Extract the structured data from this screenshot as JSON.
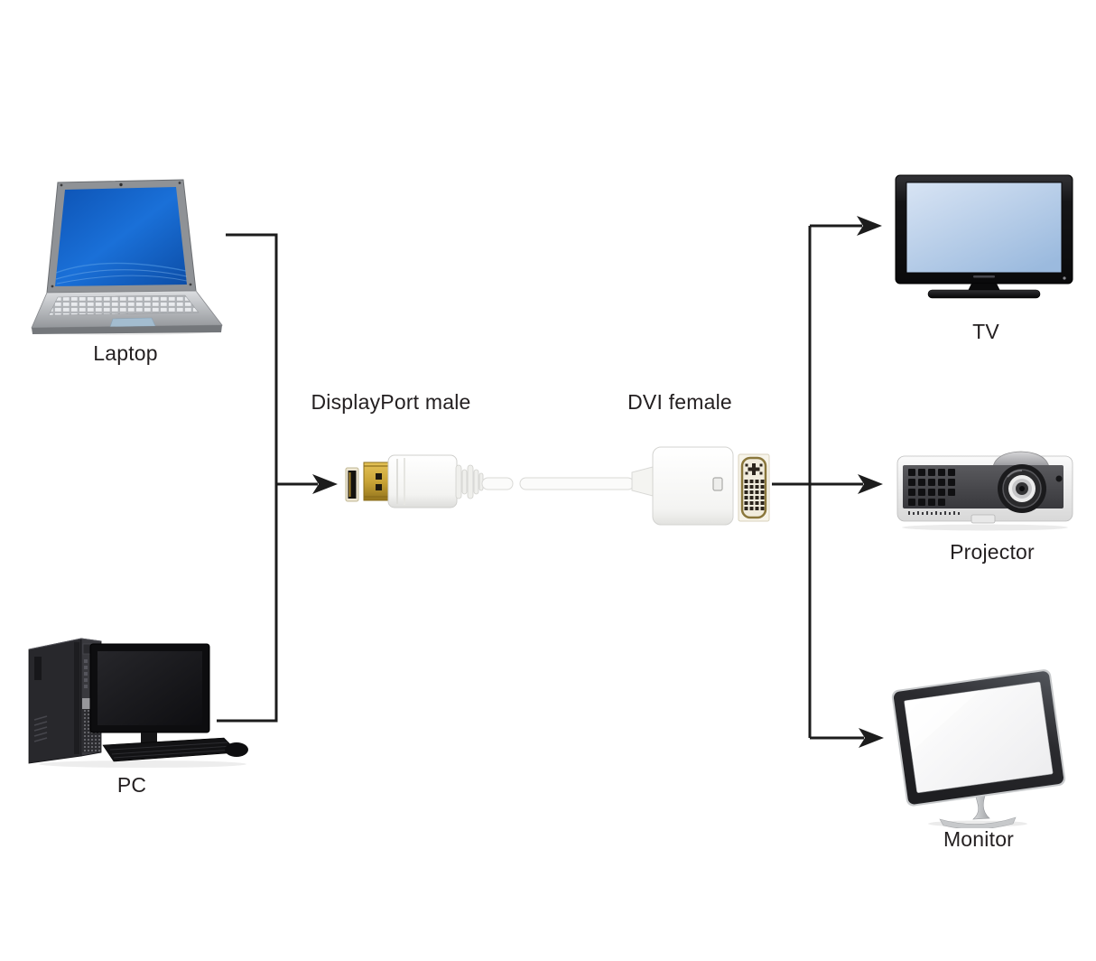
{
  "diagram": {
    "background_color": "#ffffff",
    "line_color": "#1c1c1c",
    "label_color": "#231f20",
    "source_devices": [
      {
        "name": "laptop",
        "label": "Laptop",
        "screen_color": "#1668cf"
      },
      {
        "name": "pc",
        "label": "PC",
        "body_color": "#28282c"
      }
    ],
    "adapter": {
      "left_label": "DisplayPort male",
      "right_label": "DVI female",
      "colors": {
        "connector_gold": "#c9a437",
        "plug_white": "#fdfdfc",
        "dvi_ring_bronze": "#8a773c",
        "cap_face": "#ece5d2",
        "cable_white": "#fbfbfa"
      }
    },
    "output_devices": [
      {
        "name": "tv",
        "label": "TV",
        "screen_color": "#bdd3ec"
      },
      {
        "name": "projector",
        "label": "Projector",
        "body_color": "#f2f2f2"
      },
      {
        "name": "monitor",
        "label": "Monitor",
        "screen_color": "#fbfbfc"
      }
    ]
  }
}
